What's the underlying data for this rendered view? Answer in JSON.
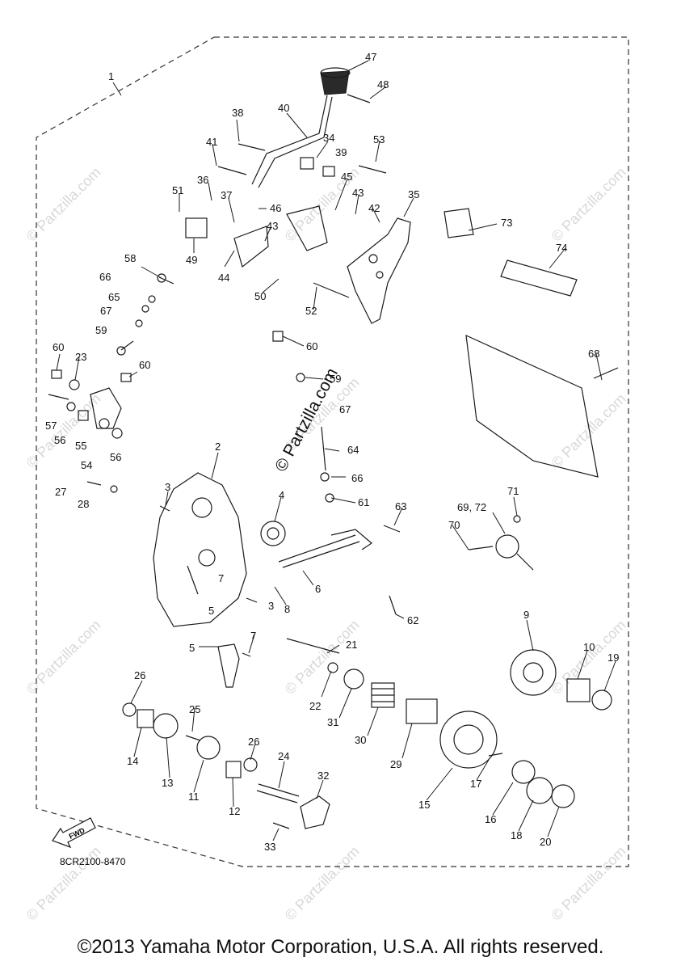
{
  "diagram": {
    "code": "8CR2100-8470",
    "fwd_label": "FWD",
    "center_mark": "© Partzilla.com",
    "watermark": "© Partzilla.com",
    "callouts": [
      {
        "n": "1"
      },
      {
        "n": "2"
      },
      {
        "n": "3"
      },
      {
        "n": "3"
      },
      {
        "n": "4"
      },
      {
        "n": "5"
      },
      {
        "n": "5"
      },
      {
        "n": "6"
      },
      {
        "n": "7"
      },
      {
        "n": "7"
      },
      {
        "n": "8"
      },
      {
        "n": "9"
      },
      {
        "n": "10"
      },
      {
        "n": "11"
      },
      {
        "n": "12"
      },
      {
        "n": "13"
      },
      {
        "n": "14"
      },
      {
        "n": "15"
      },
      {
        "n": "16"
      },
      {
        "n": "17"
      },
      {
        "n": "18"
      },
      {
        "n": "19"
      },
      {
        "n": "20"
      },
      {
        "n": "21"
      },
      {
        "n": "22"
      },
      {
        "n": "23"
      },
      {
        "n": "24"
      },
      {
        "n": "25"
      },
      {
        "n": "26"
      },
      {
        "n": "26"
      },
      {
        "n": "27"
      },
      {
        "n": "28"
      },
      {
        "n": "29"
      },
      {
        "n": "30"
      },
      {
        "n": "31"
      },
      {
        "n": "32"
      },
      {
        "n": "33"
      },
      {
        "n": "34"
      },
      {
        "n": "35"
      },
      {
        "n": "36"
      },
      {
        "n": "37"
      },
      {
        "n": "38"
      },
      {
        "n": "39"
      },
      {
        "n": "40"
      },
      {
        "n": "41"
      },
      {
        "n": "42"
      },
      {
        "n": "43"
      },
      {
        "n": "43"
      },
      {
        "n": "44"
      },
      {
        "n": "45"
      },
      {
        "n": "46"
      },
      {
        "n": "47"
      },
      {
        "n": "48"
      },
      {
        "n": "49"
      },
      {
        "n": "50"
      },
      {
        "n": "51"
      },
      {
        "n": "52"
      },
      {
        "n": "53"
      },
      {
        "n": "54"
      },
      {
        "n": "55"
      },
      {
        "n": "56"
      },
      {
        "n": "56"
      },
      {
        "n": "57"
      },
      {
        "n": "58"
      },
      {
        "n": "59"
      },
      {
        "n": "59"
      },
      {
        "n": "60"
      },
      {
        "n": "60"
      },
      {
        "n": "60"
      },
      {
        "n": "61"
      },
      {
        "n": "62"
      },
      {
        "n": "63"
      },
      {
        "n": "64"
      },
      {
        "n": "65"
      },
      {
        "n": "66"
      },
      {
        "n": "66"
      },
      {
        "n": "67"
      },
      {
        "n": "67"
      },
      {
        "n": "68"
      },
      {
        "n": "69, 72"
      },
      {
        "n": "70"
      },
      {
        "n": "71"
      },
      {
        "n": "73"
      },
      {
        "n": "74"
      }
    ]
  },
  "footer": {
    "copyright": "©2013 Yamaha Motor Corporation, U.S.A. All rights reserved."
  }
}
